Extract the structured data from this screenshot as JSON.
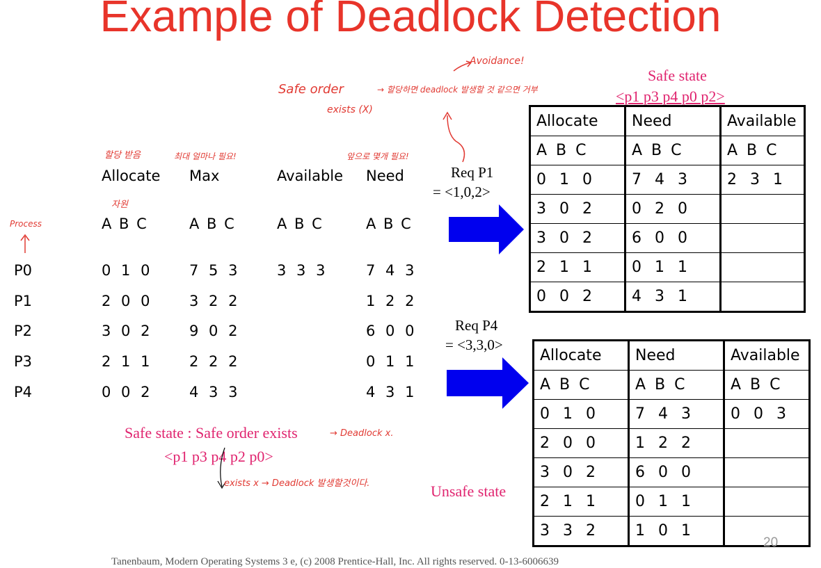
{
  "title": "Example of Deadlock Detection",
  "headers": {
    "allocate": "Allocate",
    "max": "Max",
    "available": "Available",
    "need": "Need"
  },
  "abc": "A B C",
  "processes": [
    {
      "name": "P0",
      "allocate": "0 1 0",
      "max": "7 5 3",
      "available": "3 3 3",
      "need": "7 4 3"
    },
    {
      "name": "P1",
      "allocate": "2 0 0",
      "max": "3 2 2",
      "available": "",
      "need": "1 2 2"
    },
    {
      "name": "P2",
      "allocate": "3 0 2",
      "max": "9 0 2",
      "available": "",
      "need": "6 0 0"
    },
    {
      "name": "P3",
      "allocate": "2 1 1",
      "max": "2 2 2",
      "available": "",
      "need": "0 1 1"
    },
    {
      "name": "P4",
      "allocate": "0 0 2",
      "max": "4 3 3",
      "available": "",
      "need": "4 3 1"
    }
  ],
  "req1": {
    "line1": "Req P1",
    "line2": "= <1,0,2>"
  },
  "req2": {
    "line1": "Req P4",
    "line2": "= <3,3,0>"
  },
  "safe_state_top": {
    "line1": "Safe state",
    "line2": "<p1 p3 p4 p0 p2>"
  },
  "safe_state_bottom": {
    "line1": "Safe state : Safe order exists",
    "line2": "<p1 p3 p4 p2 p0>"
  },
  "unsafe_state": "Unsafe state",
  "table1": {
    "headers": [
      "Allocate",
      "Need",
      "Available"
    ],
    "rows": [
      [
        "A B C",
        "A B C",
        "A B C"
      ],
      [
        "0 1 0",
        "7 4 3",
        "2 3 1"
      ],
      [
        "3 0 2",
        "0 2 0",
        ""
      ],
      [
        "3 0 2",
        "6 0 0",
        ""
      ],
      [
        "2 1 1",
        "0 1 1",
        ""
      ],
      [
        "0 0 2",
        "4 3 1",
        ""
      ]
    ]
  },
  "table2": {
    "headers": [
      "Allocate",
      "Need",
      "Available"
    ],
    "rows": [
      [
        "A B C",
        "A B C",
        "A B C"
      ],
      [
        "0 1 0",
        "7 4 3",
        "0 0 3"
      ],
      [
        "2 0 0",
        "1 2 2",
        ""
      ],
      [
        "3 0 2",
        "6 0 0",
        ""
      ],
      [
        "2 1 1",
        "0 1 1",
        ""
      ],
      [
        "3 3 2",
        "1 0 1",
        ""
      ]
    ]
  },
  "notes": {
    "avoidance": "Avoidance!",
    "safe_order": "Safe order",
    "exists_x": "exists (X)",
    "korean_top": "→ 할당하면 deadlock 발생할 것 같으면 거부",
    "allocated": "할당 받음",
    "max_need": "최대 얼마나 필요!",
    "future_need": "앞으로 몇개 필요!",
    "resource": "자원",
    "process": "Process",
    "deadlock_x": "→ Deadlock x.",
    "exists_x_bottom": "exists x → Deadlock 발생할것이다."
  },
  "page_number": "20",
  "footer": "Tanenbaum, Modern Operating Systems 3 e, (c) 2008 Prentice-Hall, Inc. All rights reserved. 0-13-6006639"
}
